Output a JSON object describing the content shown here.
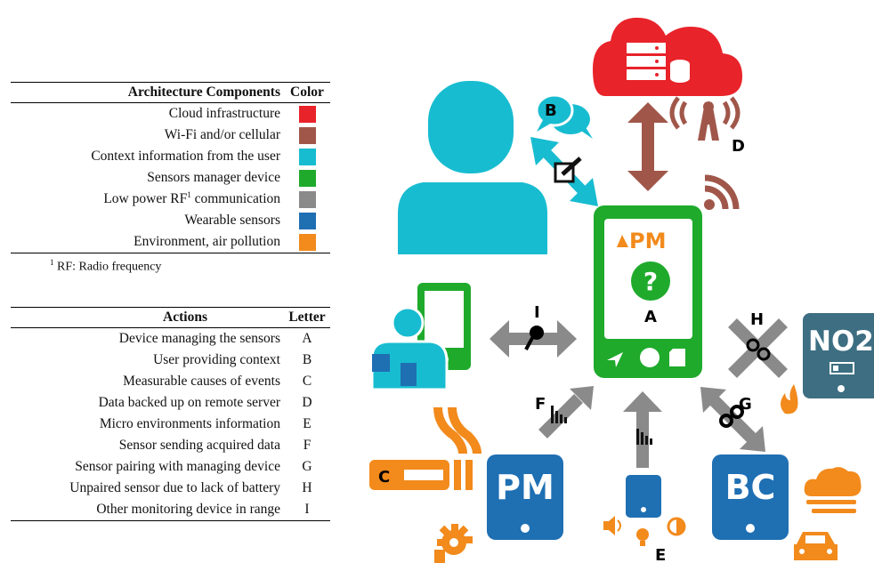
{
  "colors": {
    "cloud": "#e8232a",
    "wifi": "#a0574a",
    "user": "#18bcd0",
    "manager": "#1faa2c",
    "lowpower": "#8a8a8a",
    "wearable": "#1f6fb3",
    "environment": "#f28a1c"
  },
  "components_table": {
    "header_name": "Architecture Components",
    "header_color": "Color",
    "rows": [
      {
        "name": "Cloud infrastructure",
        "color": "#e8232a"
      },
      {
        "name": "Wi-Fi and/or cellular",
        "color": "#a0574a"
      },
      {
        "name": "Context information from the user",
        "color": "#18bcd0"
      },
      {
        "name": "Sensors manager device",
        "color": "#1faa2c"
      },
      {
        "name": "Low power RF",
        "sup": "1",
        "name_tail": " communication",
        "color": "#8a8a8a"
      },
      {
        "name": "Wearable sensors",
        "color": "#1f6fb3"
      },
      {
        "name": "Environment, air pollution",
        "color": "#f28a1c"
      }
    ],
    "footnote_sup": "1",
    "footnote_text": " RF: Radio frequency"
  },
  "actions_table": {
    "header_name": "Actions",
    "header_letter": "Letter",
    "rows": [
      {
        "name": "Device managing the sensors",
        "letter": "A"
      },
      {
        "name": "User providing context",
        "letter": "B"
      },
      {
        "name": "Measurable causes of events",
        "letter": "C"
      },
      {
        "name": "Data backed up on remote server",
        "letter": "D"
      },
      {
        "name": "Micro environments information",
        "letter": "E"
      },
      {
        "name": "Sensor sending acquired data",
        "letter": "F"
      },
      {
        "name": "Sensor pairing with managing device",
        "letter": "G"
      },
      {
        "name": "Unpaired sensor due to lack of battery",
        "letter": "H"
      },
      {
        "name": "Other monitoring device in range",
        "letter": "I"
      }
    ]
  },
  "diagram": {
    "letters": {
      "a": "A",
      "b": "B",
      "c": "C",
      "d": "D",
      "e": "E",
      "f": "F",
      "g": "G",
      "h": "H",
      "i": "I"
    },
    "phone_pm_text": "PM",
    "sensor_pm_text": "PM",
    "sensor_bc_text": "BC",
    "sensor_no2_text": "NO2",
    "icons": [
      "cloud-server-icon",
      "user-icon",
      "chat-bubbles-icon",
      "edit-icon",
      "antenna-icon",
      "wifi-signal-icon",
      "smartphone-icon",
      "warning-icon",
      "question-icon",
      "location-icon",
      "sd-card-icon",
      "other-user-device-icon",
      "key-icon",
      "cigarette-icon",
      "smoke-icon",
      "fire-icon",
      "cloud-fog-icon",
      "car-icon",
      "speaker-icon",
      "lightbulb-icon",
      "contrast-icon",
      "gear-icon",
      "link-icon",
      "broken-link-icon",
      "battery-low-icon",
      "signal-bars-icon"
    ]
  }
}
